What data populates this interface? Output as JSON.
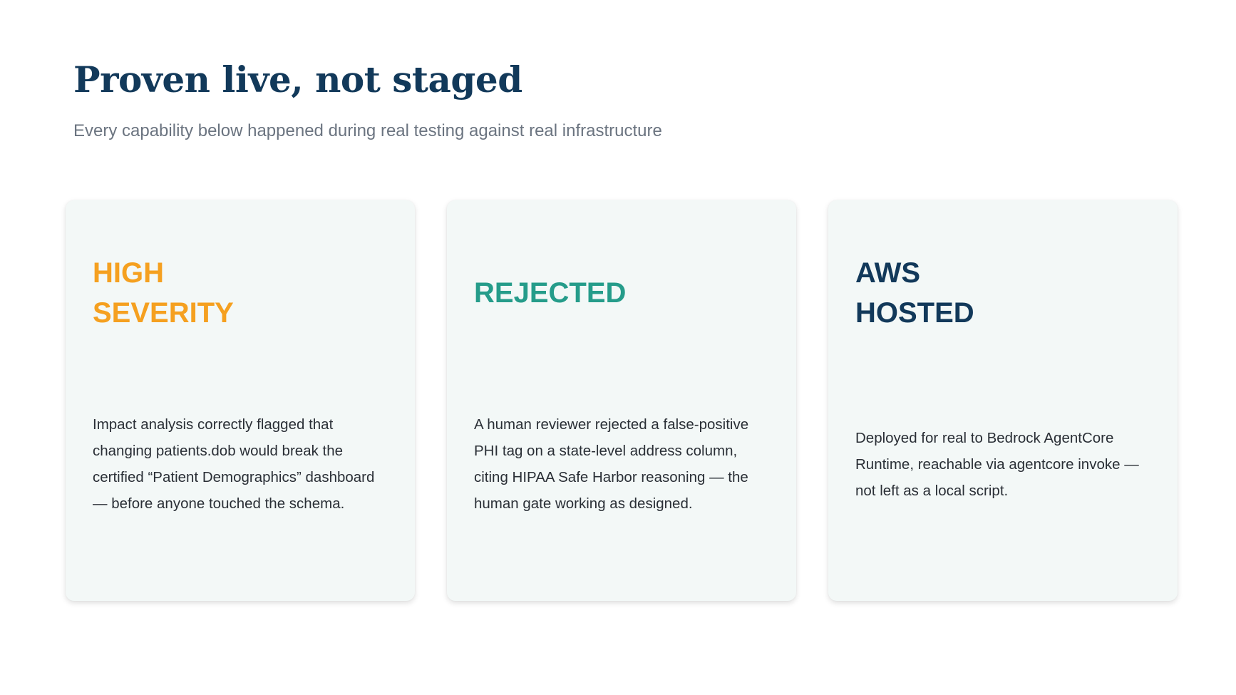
{
  "slide": {
    "title": "Proven live, not staged",
    "subtitle": "Every capability below happened during real testing against real infrastructure"
  },
  "cards": [
    {
      "heading": "HIGH\nSEVERITY",
      "accent": "#f5a020",
      "body": "Impact analysis correctly flagged that changing patients.dob would break the certified “Patient Demographics” dashboard — before anyone touched the schema."
    },
    {
      "heading": "REJECTED",
      "accent": "#259c8a",
      "body": "A human reviewer rejected a false-positive PHI tag on a state-level address column, citing HIPAA Safe Harbor reasoning — the human gate working as designed."
    },
    {
      "heading": "AWS\nHOSTED",
      "accent": "#12395a",
      "body": "Deployed for real to Bedrock AgentCore Runtime, reachable via agentcore invoke — not left as a local script."
    }
  ],
  "colors": {
    "title": "#12395a",
    "subtitle": "#6b7480",
    "card_background": "#f3f8f7",
    "body_text": "#2a2f36"
  }
}
